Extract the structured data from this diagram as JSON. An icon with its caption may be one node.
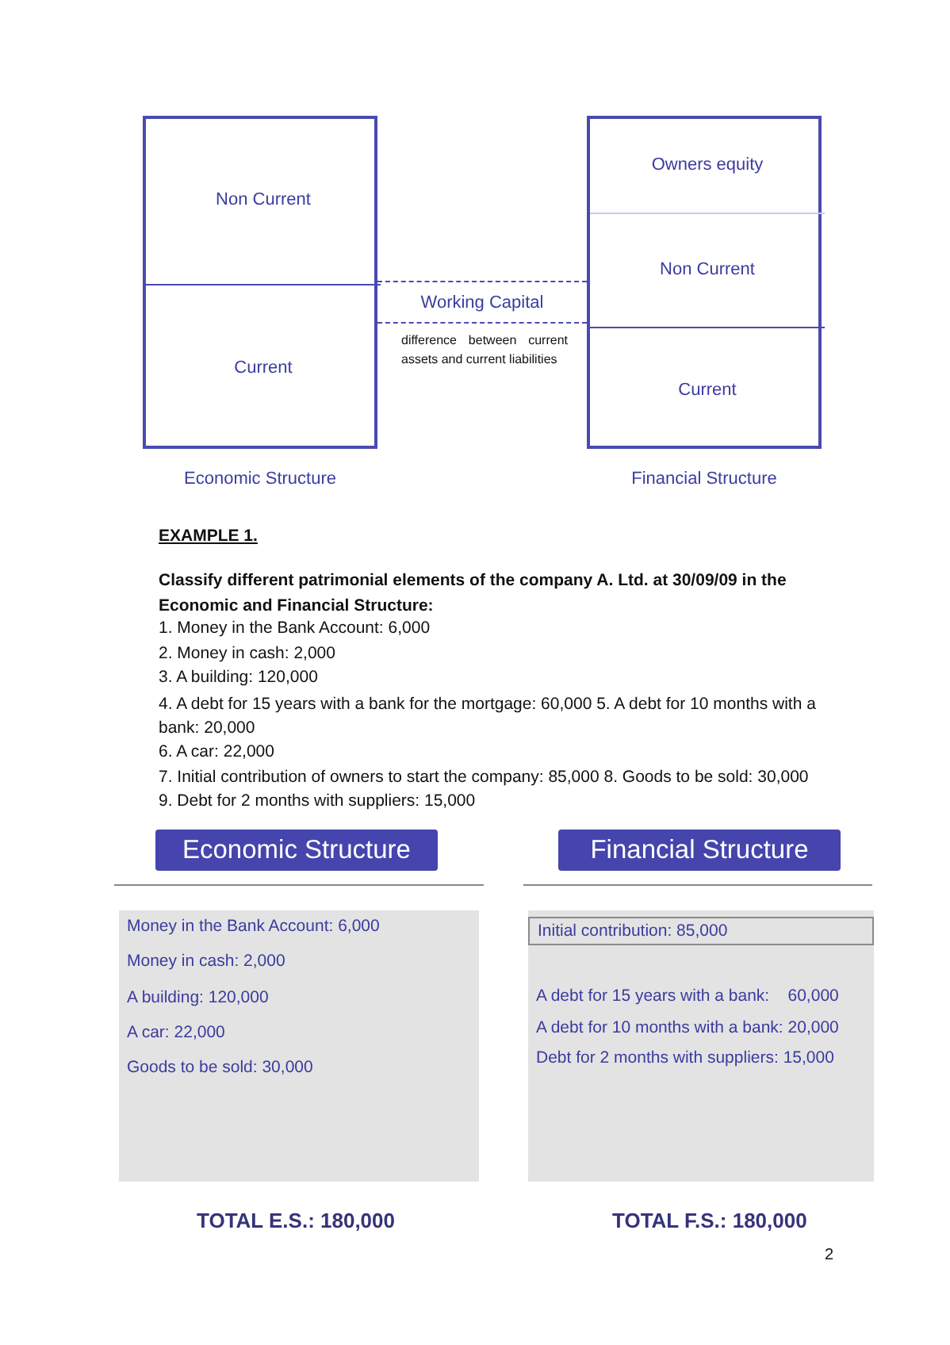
{
  "diagram": {
    "nodes": [
      {
        "text": [
          "Economic Structure"
        ]
      },
      {
        "text": [
          "Non Current"
        ],
        "in": 0
      },
      {
        "text": [
          "Current"
        ],
        "in": 0
      },
      {
        "text": [
          "Financial Structure"
        ]
      },
      {
        "text": [
          "Owners equity"
        ],
        "in": 3
      },
      {
        "text": [
          "Non Current"
        ],
        "in": 3
      },
      {
        "text": [
          "Current"
        ],
        "in": 3
      },
      {
        "text": [
          "Working Capital"
        ],
        "beside": [
          "difference between current assets and current liabilities"
        ]
      },
      {
        "text": [
          "Economic Structure"
        ]
      },
      {
        "text": [
          "Money in the Bank Account: 6,000",
          "Money in cash: 2,000",
          "A building: 120,000",
          "A car: 22,000",
          "Goods to be sold: 30,000"
        ]
      },
      {
        "text": [
          "Financial Structure"
        ]
      },
      {
        "text": [
          "A debt for 15 years with a bank:    60,000",
          "A debt for 10 months with a bank: 20,000",
          "Debt for 2 months with suppliers: 15,000"
        ]
      },
      {
        "text": [
          "Initial contribution: 85,000"
        ],
        "in": 11
      }
    ],
    "labels": [
      "EXAMPLE 1.",
      "Classify different patrimonial elements of the company A. Ltd. at 30/09/09 in the Economic and Financial Structure:",
      "1. Money in the Bank Account: 6,000",
      "2. Money in cash: 2,000",
      "3. A building: 120,000",
      "4. A debt for 15 years with a bank for the mortgage: 60,000 5. A debt for 10 months with a bank: 20,000",
      "6. A car: 22,000",
      "7. Initial contribution of owners to start the company: 85,000 8. Goods to be sold: 30,000",
      "9. Debt for 2 months with suppliers: 15,000",
      "TOTAL E.S.: 180,000",
      "TOTAL F.S.: 180,000",
      "2"
    ]
  }
}
